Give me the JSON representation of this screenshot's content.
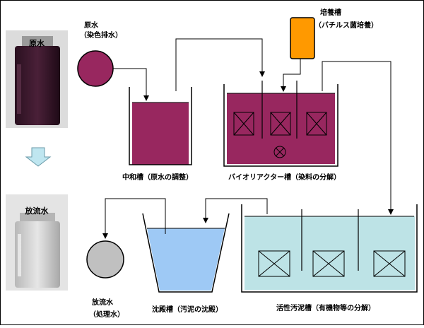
{
  "photos": {
    "raw": {
      "label": "原水"
    },
    "discharge": {
      "label": "放流水"
    }
  },
  "labels": {
    "raw_water_line1": "原水",
    "raw_water_line2": "（染色排水）",
    "culture_line1": "培養槽",
    "culture_line2": "（バチルス菌培養）",
    "neutralization": "中和槽（原水の調整）",
    "bioreactor": "バイオリアクター槽（染料の分解）",
    "discharge_line1": "放流水",
    "discharge_line2": "（処理水）",
    "sedimentation": "沈殿槽（汚泥の沈殿）",
    "activated_sludge": "活性汚泥槽（有機物等の分解）"
  },
  "colors": {
    "raw_water": "#98275f",
    "culture": "#ff9900",
    "clear_water": "#9ec9f5",
    "sludge_water": "#bde3e6",
    "discharge_circle": "#c0c0c0",
    "down_arrow": "#bfe6f0"
  },
  "icons": [
    "mixer-box-icon",
    "stirrer-icon",
    "down-arrow-icon"
  ]
}
